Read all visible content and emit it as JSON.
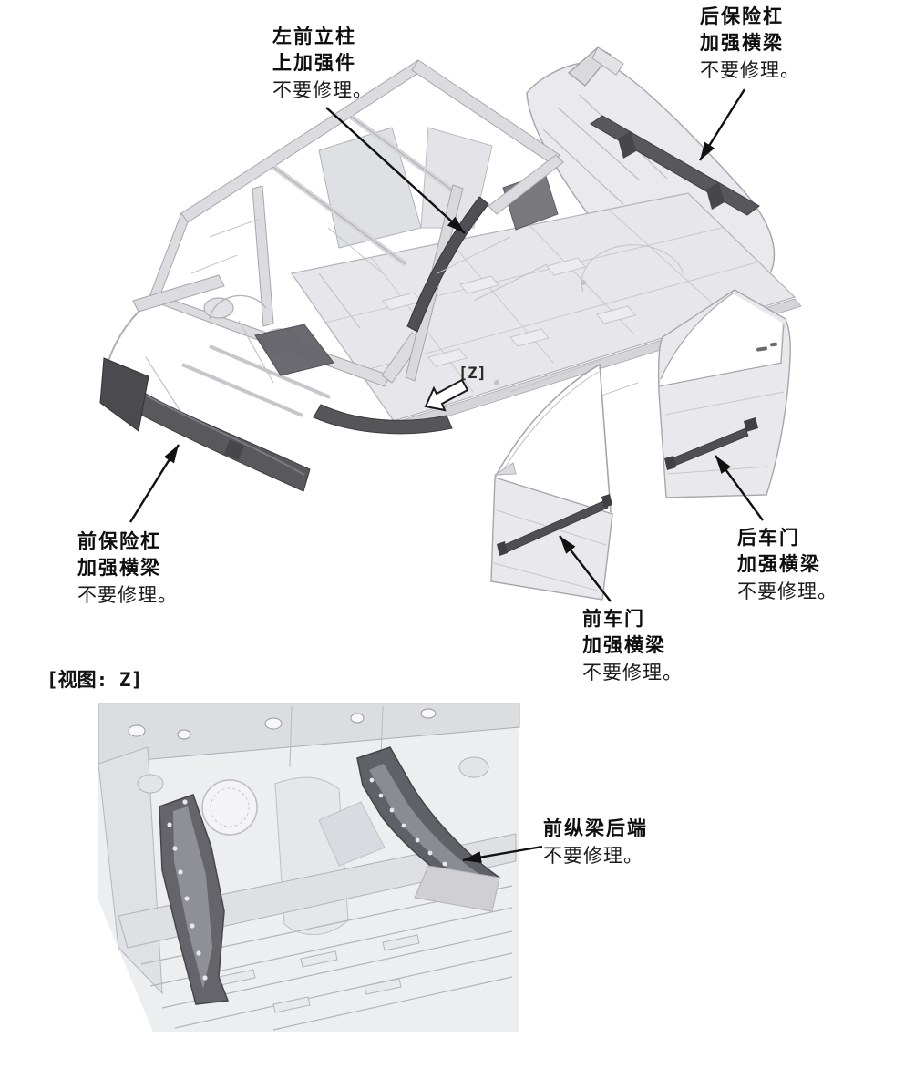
{
  "page": {
    "background": "#ffffff",
    "view_caption": "[视图: Z]",
    "z_marker": "[Z]"
  },
  "labels": {
    "front_pillar": {
      "line1": "左前立柱",
      "line2": "上加强件",
      "note": "不要修理。"
    },
    "rear_bumper": {
      "line1": "后保险杠",
      "line2": "加强横梁",
      "note": "不要修理。"
    },
    "front_bumper": {
      "line1": "前保险杠",
      "line2": "加强横梁",
      "note": "不要修理。"
    },
    "front_door": {
      "line1": "前车门",
      "line2": "加强横梁",
      "note": "不要修理。"
    },
    "rear_door": {
      "line1": "后车门",
      "line2": "加强横梁",
      "note": "不要修理。"
    },
    "front_side_member": {
      "line1": "前纵梁后端",
      "note": "不要修理。"
    }
  },
  "colors": {
    "highlight_part": "#55555a",
    "body_gray": "#e9e9ed",
    "outline_gray": "#a6a6ac",
    "arrow_black": "#111111"
  }
}
